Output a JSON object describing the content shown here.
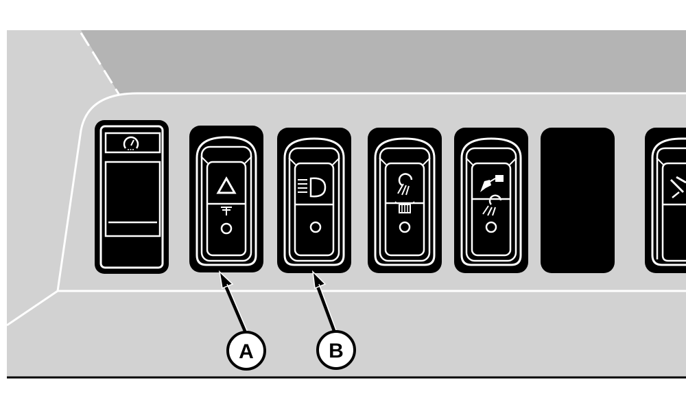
{
  "callouts": [
    {
      "id": "A",
      "label": "A",
      "target": "hazard-warning-switch"
    },
    {
      "id": "B",
      "label": "B",
      "target": "headlight-switch"
    }
  ],
  "switches": [
    {
      "name": "gauge-switch",
      "icons": [
        "gauge-icon"
      ]
    },
    {
      "name": "hazard-warning-switch",
      "icons": [
        "hazard-triangle-icon",
        "turn-signal-lamp-icon"
      ]
    },
    {
      "name": "headlight-switch",
      "icons": [
        "headlight-icon"
      ]
    },
    {
      "name": "work-light-switch",
      "icons": [
        "work-light-icon",
        "beacon-light-icon"
      ]
    },
    {
      "name": "cab-light-switch",
      "icons": [
        "boom-light-icon",
        "floodlight-icon"
      ]
    },
    {
      "name": "blank-switch-plug",
      "icons": []
    },
    {
      "name": "wiper-switch",
      "icons": [
        "wiper-icon"
      ]
    }
  ],
  "colors": {
    "background": "#ffffff",
    "dash_upper": "#b4b4b4",
    "dash_lower": "#d2d2d2",
    "panel": "#d2d2d2",
    "switch_body": "#000000",
    "line": "#ffffff"
  }
}
